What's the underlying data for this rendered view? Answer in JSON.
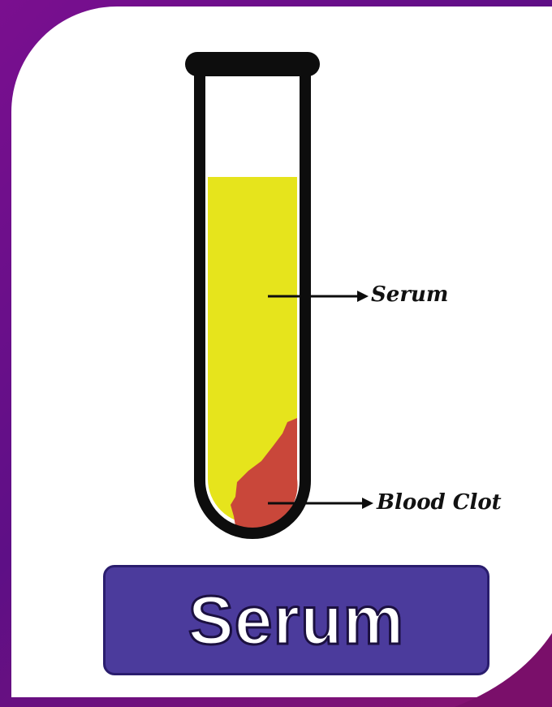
{
  "labels": {
    "serum": "Serum",
    "blood_clot": "Blood Clot"
  },
  "title": "Serum",
  "colors": {
    "serum_fill": "#e6e41c",
    "clot_fill": "#c9473a",
    "title_box": "#4b3b9c",
    "frame": "#6a0f8a"
  }
}
